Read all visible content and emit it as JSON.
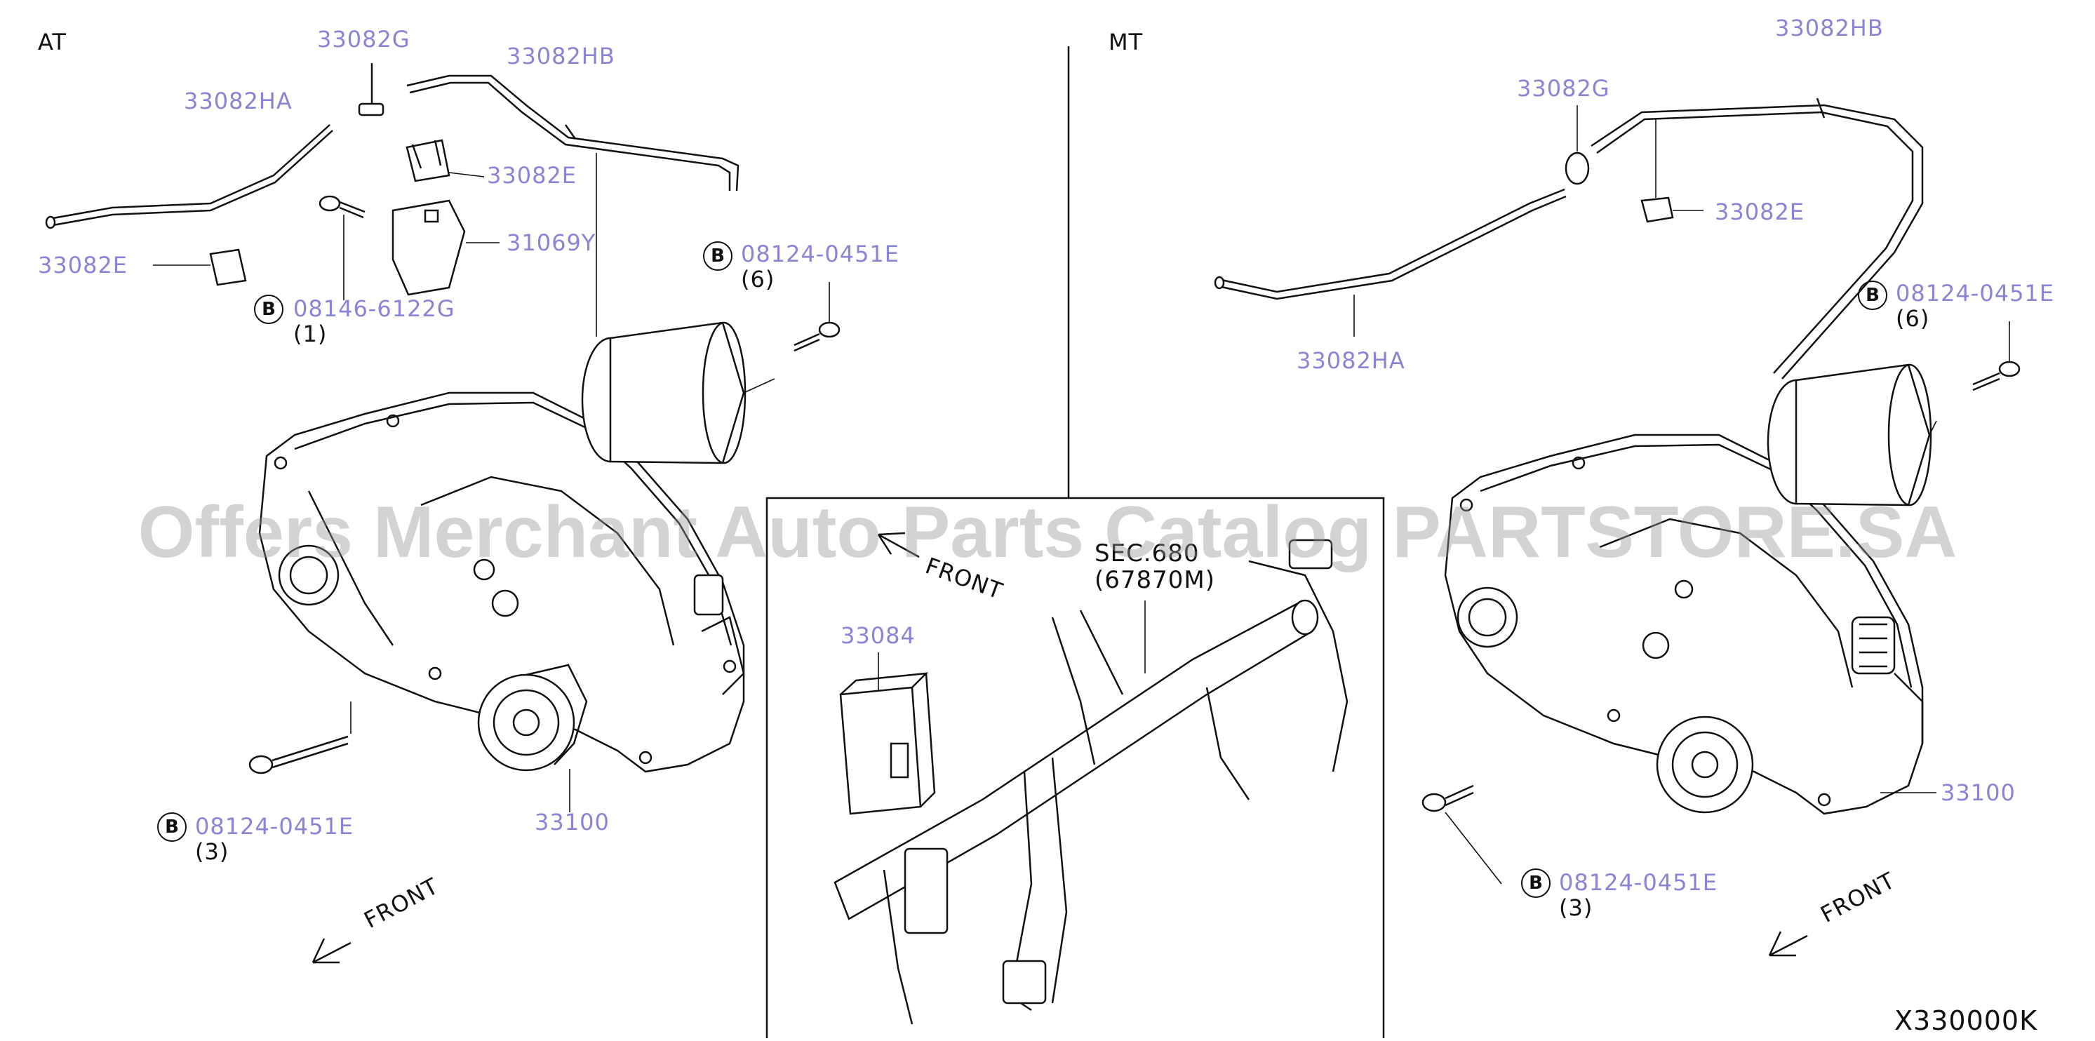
{
  "sections": {
    "at": "AT",
    "mt": "MT"
  },
  "callouts": {
    "at": {
      "p33082G": "33082G",
      "p33082HB": "33082HB",
      "p33082HA": "33082HA",
      "p33082E_top": "33082E",
      "p33082E_left": "33082E",
      "p31069Y": "31069Y",
      "bolt_08146": "08146-6122G",
      "bolt_08146_qty": "(1)",
      "bolt_upper": "08124-0451E",
      "bolt_upper_qty": "(6)",
      "bolt_lower": "08124-0451E",
      "bolt_lower_qty": "(3)",
      "p33100": "33100",
      "front": "FRONT"
    },
    "center": {
      "front": "FRONT",
      "sec_line1": "SEC.680",
      "sec_line2": "(67870M)",
      "p33084": "33084"
    },
    "mt": {
      "p33082HB": "33082HB",
      "p33082G": "33082G",
      "p33082E": "33082E",
      "p33082HA": "33082HA",
      "bolt_upper": "08124-0451E",
      "bolt_upper_qty": "(6)",
      "p33100": "33100",
      "bolt_lower": "08124-0451E",
      "bolt_lower_qty": "(3)",
      "front": "FRONT"
    }
  },
  "bolt_marker": "B",
  "diagram_code": "X330000K",
  "watermark": "Offers Merchant Auto Parts Catalog PARTSTORE.SA",
  "colors": {
    "part_label": "#8a84d4",
    "line": "#111111",
    "watermark": "#969696"
  }
}
